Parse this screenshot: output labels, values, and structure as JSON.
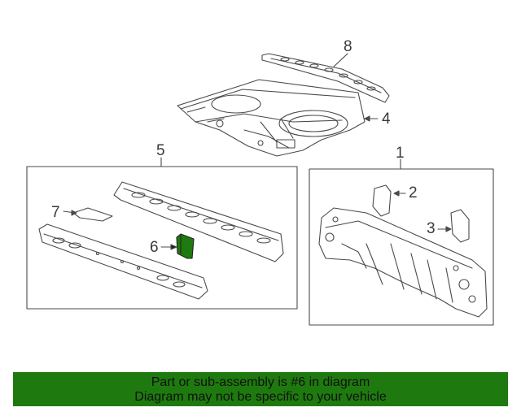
{
  "callouts": {
    "c1": "1",
    "c2": "2",
    "c3": "3",
    "c4": "4",
    "c5": "5",
    "c6": "6",
    "c7": "7",
    "c8": "8"
  },
  "highlight_color": "#1e7a0e",
  "banner": {
    "line1": "Part or sub-assembly is #6 in diagram",
    "line2": "Diagram may not be specific to your vehicle"
  }
}
